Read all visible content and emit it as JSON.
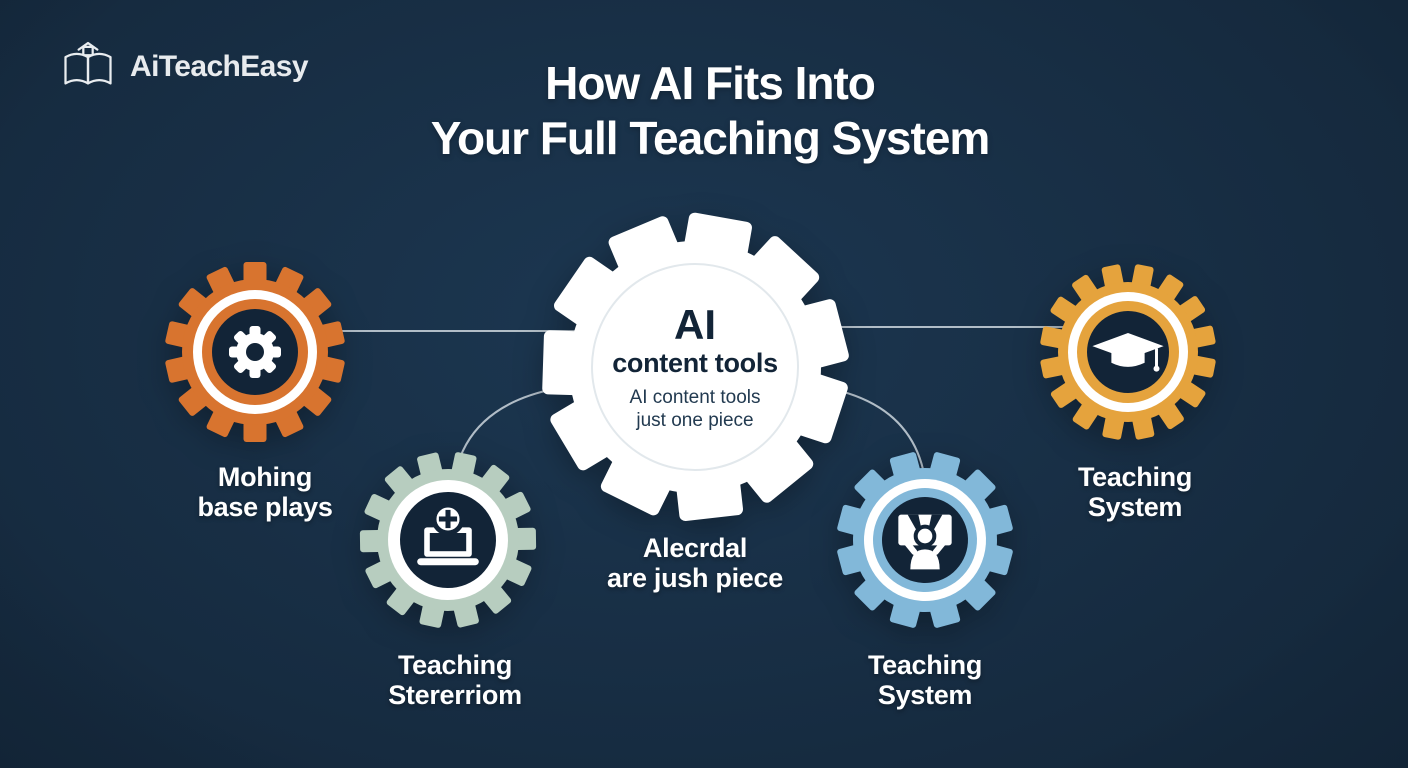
{
  "colors": {
    "background": "#15293d",
    "node_core": "#122437",
    "connector": "#ccd6dd",
    "title_text": "#ffffff",
    "center_gear": "#ffffff"
  },
  "logo": {
    "brand": "AiTeachEasy"
  },
  "title": {
    "line1": "How AI Fits Into",
    "line2": "Your Full Teaching System"
  },
  "center_gear": {
    "heading": "AI",
    "subheading": "content tools",
    "detail_line1": "AI content tools",
    "detail_line2": "just one piece"
  },
  "caption": {
    "line1": "Alecrdal",
    "line2": "are jush piece"
  },
  "nodes": [
    {
      "id": "mohing-base-plays",
      "icon": "cog-icon",
      "color": "#d8742f",
      "label_line1": "Mohing",
      "label_line2": "base plays"
    },
    {
      "id": "teaching-stererriom",
      "icon": "laptop-medical-icon",
      "color": "#b7cdbf",
      "label_line1": "Teaching",
      "label_line2": "Stererriom"
    },
    {
      "id": "teaching-system-blue",
      "icon": "presenter-icon",
      "color": "#82b8d9",
      "label_line1": "Teaching",
      "label_line2": "System"
    },
    {
      "id": "teaching-system-amber",
      "icon": "graduation-cap-icon",
      "color": "#e5a33d",
      "label_line1": "Teaching",
      "label_line2": "System"
    }
  ]
}
